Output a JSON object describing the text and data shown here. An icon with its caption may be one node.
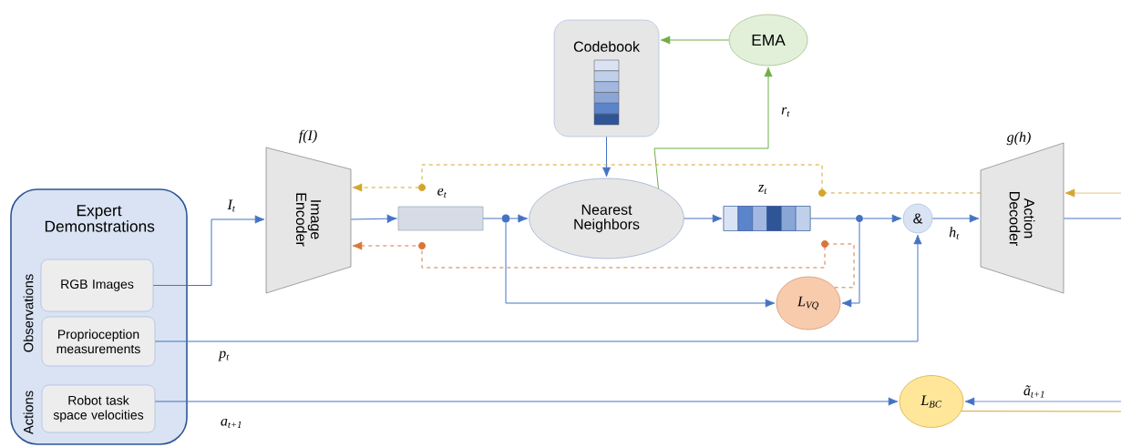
{
  "diagram": {
    "nodes": [
      {
        "text": [
          "Expert Demonstrations"
        ]
      },
      {
        "text": [
          "RGB Images"
        ],
        "in": 0
      },
      {
        "text": [
          "Proprioception measurements"
        ],
        "in": 0
      },
      {
        "text": [
          "Robot task space velocities"
        ],
        "in": 0
      },
      {
        "text": [
          "Image Encoder"
        ],
        "beside": [
          "f(I)"
        ]
      },
      {
        "text": [],
        "shape": "bar",
        "beside": [
          "e$_{t}$"
        ]
      },
      {
        "text": [
          "Codebook"
        ]
      },
      {
        "text": [
          "EMA"
        ]
      },
      {
        "text": [
          "Nearest Neighbors"
        ]
      },
      {
        "text": [],
        "shape": "bar",
        "beside": [
          "z$_{t}$"
        ]
      },
      {
        "text": [],
        "shape": "circle"
      },
      {
        "text": [],
        "shape": "circle"
      },
      {
        "text": [
          "&"
        ]
      },
      {
        "text": [
          "L$_{VQ}$"
        ]
      },
      {
        "text": [
          "Action Decoder"
        ],
        "beside": [
          "g(h)"
        ]
      },
      {
        "text": [
          "L$_{BC}$"
        ]
      }
    ],
    "edges": [
      {
        "from": 1,
        "to": 4,
        "arrow": "to",
        "label": "I$_{t}$"
      },
      {
        "from": 4,
        "to": 5,
        "arrow": "to"
      },
      {
        "from": 5,
        "to": 10,
        "arrow": "none"
      },
      {
        "from": 10,
        "to": 8,
        "arrow": "to"
      },
      {
        "from": 10,
        "to": 13,
        "arrow": "to"
      },
      {
        "from": 6,
        "to": 8,
        "arrow": "to"
      },
      {
        "from": 8,
        "to": 7,
        "arrow": "to",
        "label": "r$_{t}$",
        "color": "#70ad47"
      },
      {
        "from": 7,
        "to": 6,
        "arrow": "to",
        "color": "#70ad47"
      },
      {
        "from": 8,
        "to": 9,
        "arrow": "to"
      },
      {
        "from": 9,
        "to": 11,
        "arrow": "none"
      },
      {
        "from": 11,
        "to": 12,
        "arrow": "to"
      },
      {
        "from": 11,
        "to": 13,
        "arrow": "to"
      },
      {
        "from": 12,
        "to": 14,
        "arrow": "to",
        "label": "h$_{t}$"
      },
      {
        "from": 2,
        "to": 12,
        "arrow": "to",
        "label": "p$_{t}$"
      },
      {
        "from": 3,
        "to": 15,
        "arrow": "to",
        "label": "a$_{t+1}$"
      },
      {
        "from": 14,
        "to": 4,
        "arrow": "to",
        "style": "dashed",
        "color": "#d4a52c"
      },
      {
        "from": 13,
        "to": 4,
        "arrow": "to",
        "style": "dashed",
        "color": "#d9763a"
      },
      {
        "from": 14,
        "to": null,
        "arrow": "none"
      },
      {
        "from": null,
        "to": 14,
        "arrow": "to",
        "color": "#d4a52c"
      },
      {
        "from": null,
        "to": 15,
        "arrow": "to",
        "label": "ã$_{t+1}$"
      },
      {
        "from": 15,
        "to": null,
        "arrow": "none",
        "color": "#d4a52c"
      }
    ],
    "labels": [
      "Observations",
      "Actions"
    ]
  }
}
